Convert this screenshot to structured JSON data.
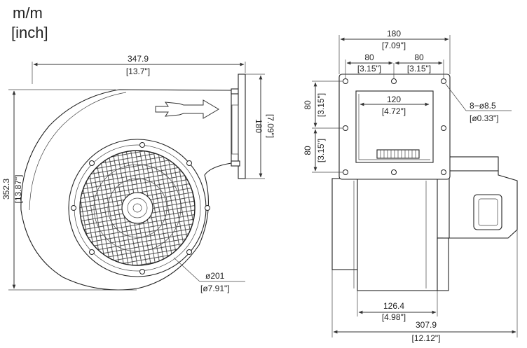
{
  "units": {
    "line1": "m/m",
    "line2": "[inch]"
  },
  "side_view": {
    "width_mm": "347.9",
    "width_in": "[13.7\"]",
    "height_mm": "352.3",
    "height_in": "[13.87\"]",
    "outlet_mm": "180",
    "outlet_in": "[7.09\"]",
    "inlet_dia_mm": "ø201",
    "inlet_dia_in": "[ø7.91\"]"
  },
  "front_view": {
    "flange_mm": "180",
    "flange_in": "[7.09\"]",
    "pitch_left_mm": "80",
    "pitch_left_in": "[3.15\"]",
    "pitch_right_mm": "80",
    "pitch_right_in": "[3.15\"]",
    "opening_mm": "120",
    "opening_in": "[4.72\"]",
    "vpitch_top_mm": "80",
    "vpitch_top_in": "[3.15\"]",
    "vpitch_bot_mm": "80",
    "vpitch_bot_in": "[3.15\"]",
    "holes_mm": "8−ø8.5",
    "holes_in": "[ø0.33\"]",
    "housing_mm": "126.4",
    "housing_in": "[4.98\"]",
    "overall_mm": "307.9",
    "overall_in": "[12.12\"]"
  }
}
